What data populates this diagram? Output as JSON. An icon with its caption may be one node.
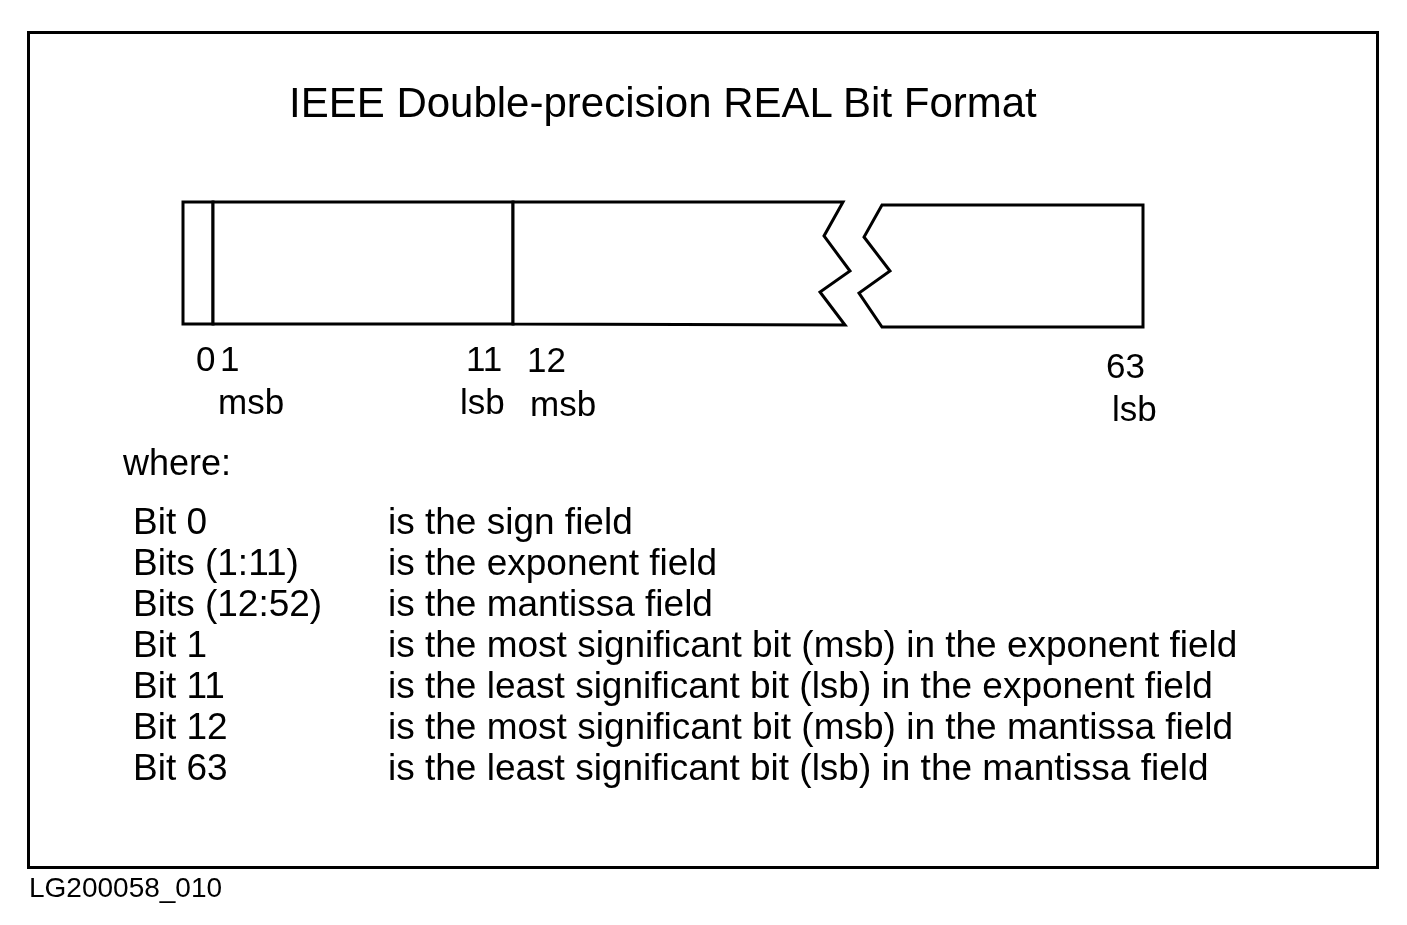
{
  "diagram": {
    "title": "IEEE Double-precision REAL Bit Format",
    "nodes": [
      {
        "text": [],
        "shape": "box"
      },
      {
        "text": [],
        "shape": "box"
      },
      {
        "text": [],
        "shape": "box"
      },
      {
        "text": [],
        "shape": "box"
      }
    ],
    "labels": [
      "0",
      "1",
      "11",
      "12",
      "63",
      "msb",
      "lsb",
      "msb",
      "lsb",
      "where:",
      "Bit 0",
      "is the sign field",
      "Bits (1:11)",
      "is the exponent field",
      "Bits (12:52)",
      "is the mantissa field",
      "Bit 1",
      "is the most significant bit (msb) in the exponent field",
      "Bit 11",
      "is the least significant bit (lsb) in the exponent field",
      "Bit 12",
      "is the most significant bit (msb) in the mantissa field",
      "Bit 63",
      "is the least significant bit (lsb) in the mantissa field",
      "LG200058_010"
    ]
  }
}
